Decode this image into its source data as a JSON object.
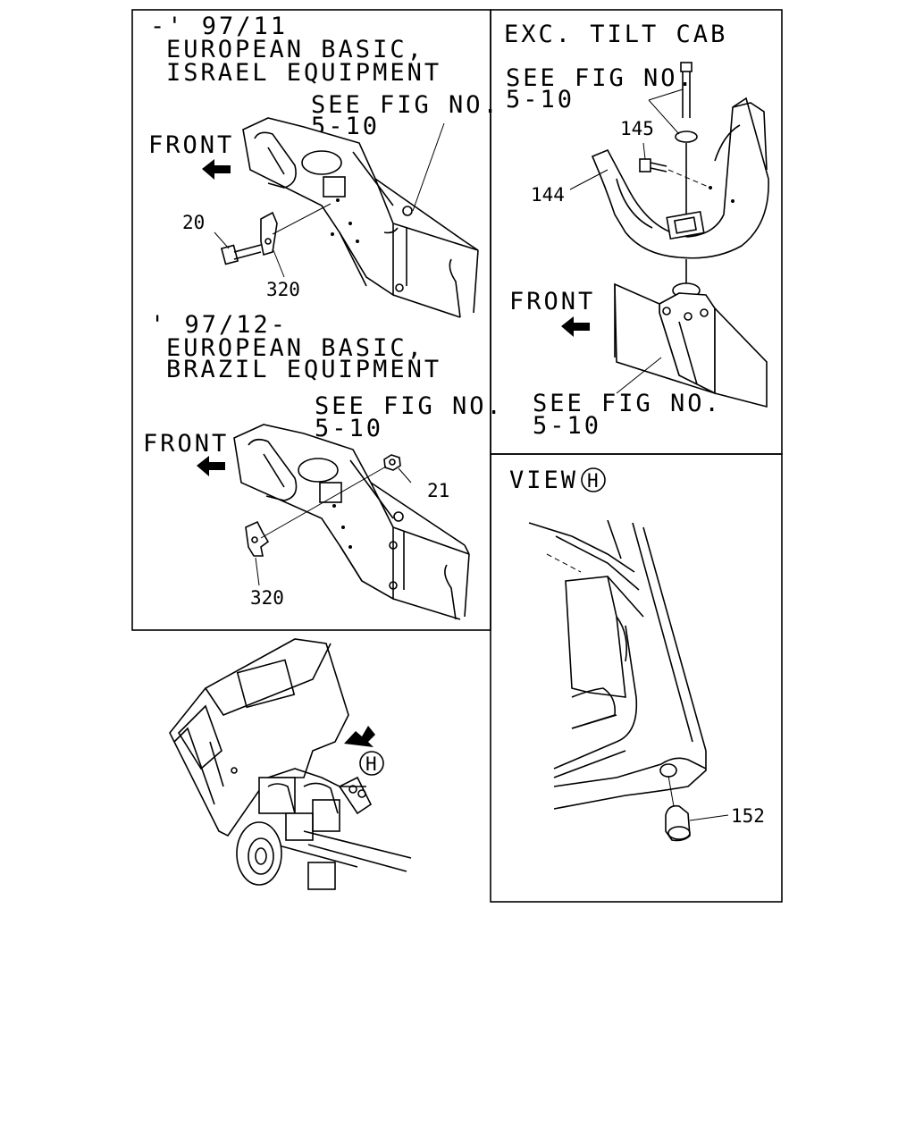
{
  "panel_top_left": {
    "variant_a": {
      "line1": "-' 97/11",
      "line2": "EUROPEAN BASIC,",
      "line3": "ISRAEL EQUIPMENT"
    },
    "see_fig_line1": "SEE FIG NO.",
    "see_fig_line2": "5-10",
    "front": "FRONT",
    "parts": {
      "p20": "20",
      "p320": "320"
    }
  },
  "panel_middle_left": {
    "variant_b": {
      "line1": "' 97/12-",
      "line2": "EUROPEAN BASIC,",
      "line3": "BRAZIL EQUIPMENT"
    },
    "see_fig_line1": "SEE FIG NO.",
    "see_fig_line2": "5-10",
    "front": "FRONT",
    "parts": {
      "p21": "21",
      "p320": "320"
    }
  },
  "panel_top_right": {
    "title": "EXC. TILT CAB",
    "see_fig_top_line1": "SEE FIG NO.",
    "see_fig_top_line2": "5-10",
    "front": "FRONT",
    "see_fig_bottom_line1": "SEE FIG NO.",
    "see_fig_bottom_line2": "5-10",
    "parts": {
      "p145": "145",
      "p144": "144"
    }
  },
  "panel_bottom_right": {
    "title": "VIEW",
    "view_marker": "H",
    "parts": {
      "p152": "152"
    }
  },
  "overview": {
    "view_marker": "H"
  }
}
